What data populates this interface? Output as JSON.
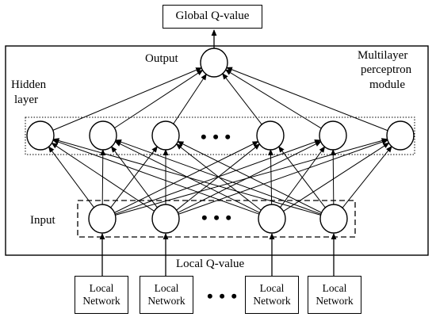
{
  "title_box": "Global Q-value",
  "labels": {
    "output": "Output",
    "hidden": [
      "Hidden",
      "layer"
    ],
    "input": "Input",
    "module": [
      "Multilayer",
      "perceptron",
      "module"
    ],
    "local_q": "Local Q-value"
  },
  "ellipsis": "• • •",
  "local_networks": [
    [
      "Local",
      "Network"
    ],
    [
      "Local",
      "Network"
    ],
    [
      "Local",
      "Network"
    ],
    [
      "Local",
      "Network"
    ]
  ],
  "layers": {
    "hidden_count": 6,
    "input_count": 4,
    "output_count": 1
  }
}
